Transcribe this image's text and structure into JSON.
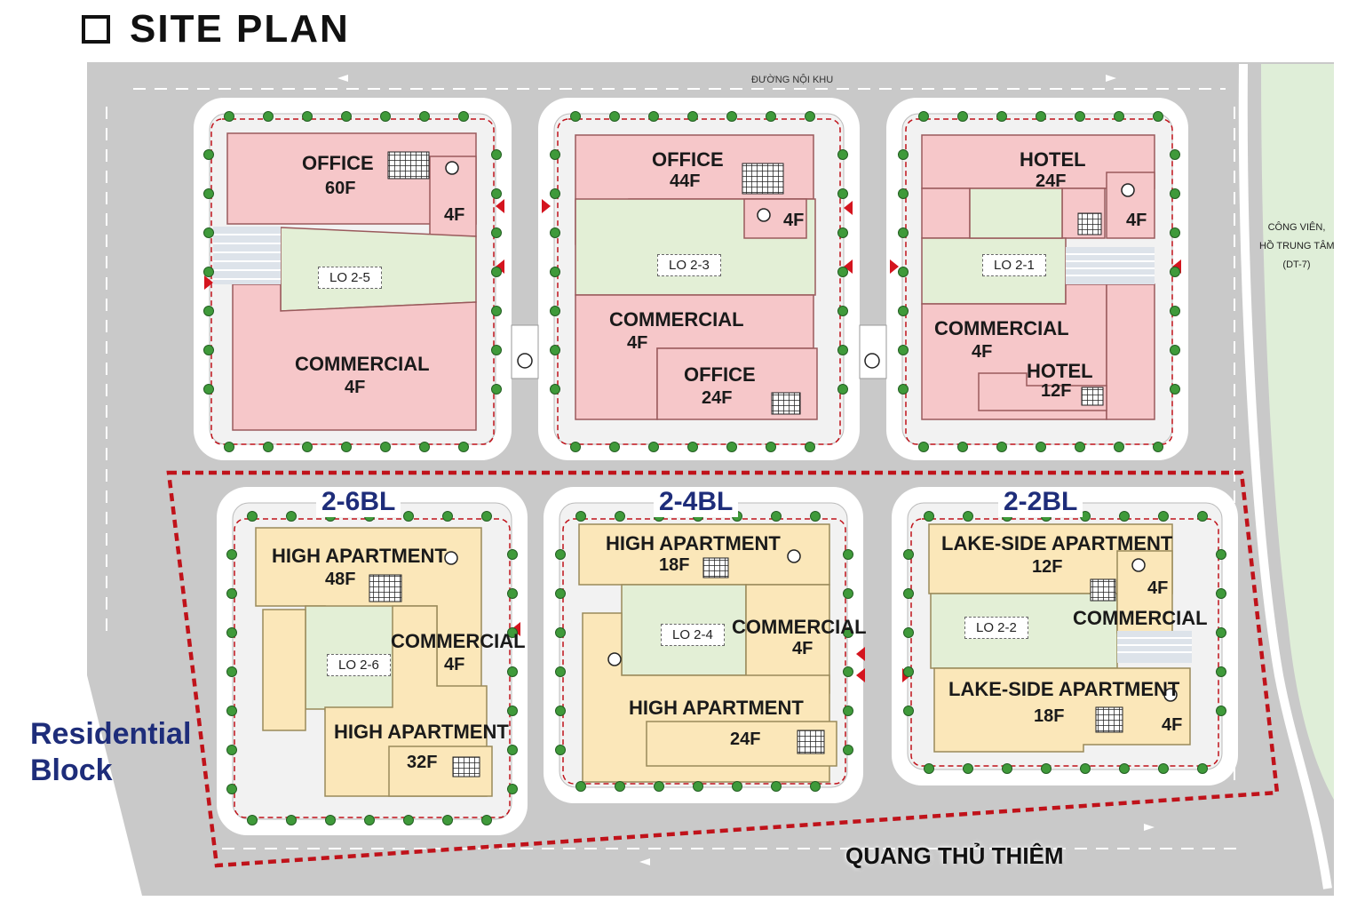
{
  "page": {
    "title": "SITE PLAN"
  },
  "roads": {
    "internal": "ĐƯỜNG NỘI KHU",
    "main_street": "QUANG THỦ THIÊM"
  },
  "park": {
    "line1": "CÔNG VIÊN,",
    "line2": "HỒ TRUNG TÂM",
    "line3": "(DT-7)"
  },
  "residential_label": {
    "line1": "Residential",
    "line2": "Block"
  },
  "lots": {
    "lo25": {
      "code": "LO 2-5",
      "office": "OFFICE",
      "office_f": "60F",
      "tower_f": "4F",
      "commercial": "COMMERCIAL",
      "commercial_f": "4F"
    },
    "lo23": {
      "code": "LO 2-3",
      "office": "OFFICE",
      "office_f": "44F",
      "tower_f": "4F",
      "commercial": "COMMERCIAL",
      "commercial_f": "4F",
      "office2": "OFFICE",
      "office2_f": "24F"
    },
    "lo21": {
      "code": "LO 2-1",
      "hotel": "HOTEL",
      "hotel_f": "24F",
      "tower_f": "4F",
      "commercial": "COMMERCIAL",
      "commercial_f": "4F",
      "hotel2": "HOTEL",
      "hotel2_f": "12F"
    },
    "lo26": {
      "block": "2-6BL",
      "code": "LO 2-6",
      "ha1": "HIGH APARTMENT",
      "ha1_f": "48F",
      "commercial": "COMMERCIAL",
      "commercial_f": "4F",
      "ha2": "HIGH APARTMENT",
      "ha2_f": "32F"
    },
    "lo24": {
      "block": "2-4BL",
      "code": "LO 2-4",
      "ha1": "HIGH APARTMENT",
      "ha1_f": "18F",
      "commercial": "COMMERCIAL",
      "commercial_f": "4F",
      "ha2": "HIGH APARTMENT",
      "ha2_f": "24F"
    },
    "lo22": {
      "block": "2-2BL",
      "code": "LO 2-2",
      "la1": "LAKE-SIDE APARTMENT",
      "la1_f": "12F",
      "tower_f": "4F",
      "commercial": "COMMERCIAL",
      "la2": "LAKE-SIDE APARTMENT",
      "la2_f": "18F",
      "tower2_f": "4F"
    }
  },
  "colors": {
    "road": "#c9c9c9",
    "pink": "#f6c7c9",
    "pink_stroke": "#b56b6e",
    "green": "#e3efd6",
    "yellow": "#fbe7b9",
    "red_dash": "#c0121a",
    "park": "#dfeed8",
    "tree": "#3f9a3a"
  },
  "icons": [
    "grid-icon",
    "circle-icon",
    "arrow-icon",
    "tree-icon"
  ]
}
